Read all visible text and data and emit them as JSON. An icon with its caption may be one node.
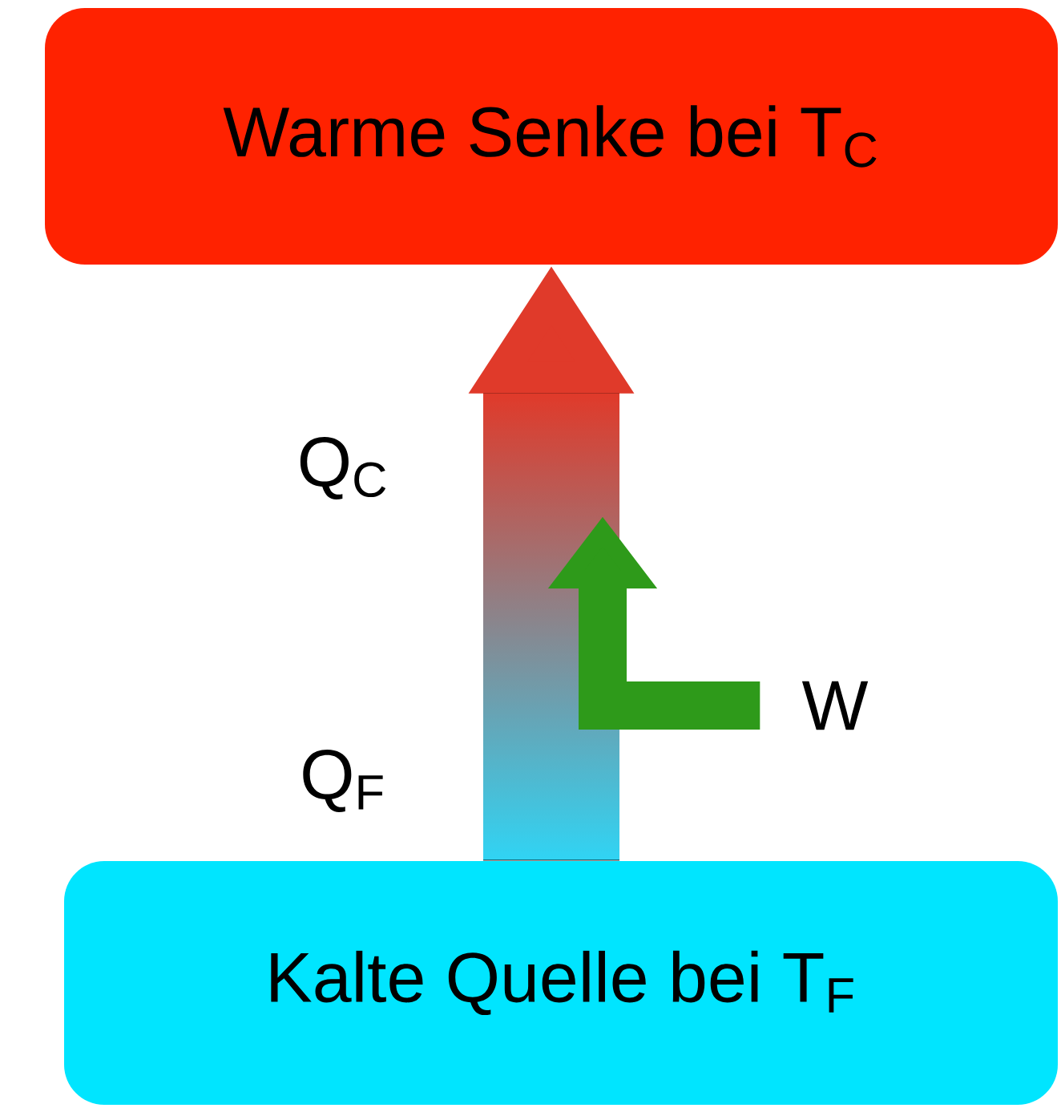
{
  "diagram": {
    "nodes": [
      {
        "text": [
          "Warme Senke bei T$_{C}$"
        ]
      },
      {
        "text": [
          "Kalte Quelle bei T$_{F}$"
        ]
      },
      {
        "text": [
          "W"
        ]
      }
    ],
    "edges": [
      {
        "from": 1,
        "to": 0,
        "arrow": "to",
        "style": "thick"
      },
      {
        "from": 2,
        "to": null,
        "arrow": "to",
        "color": "#2e9a1a"
      }
    ],
    "labels": [
      "Q$_{C}$",
      "Q$_{F}$"
    ]
  }
}
